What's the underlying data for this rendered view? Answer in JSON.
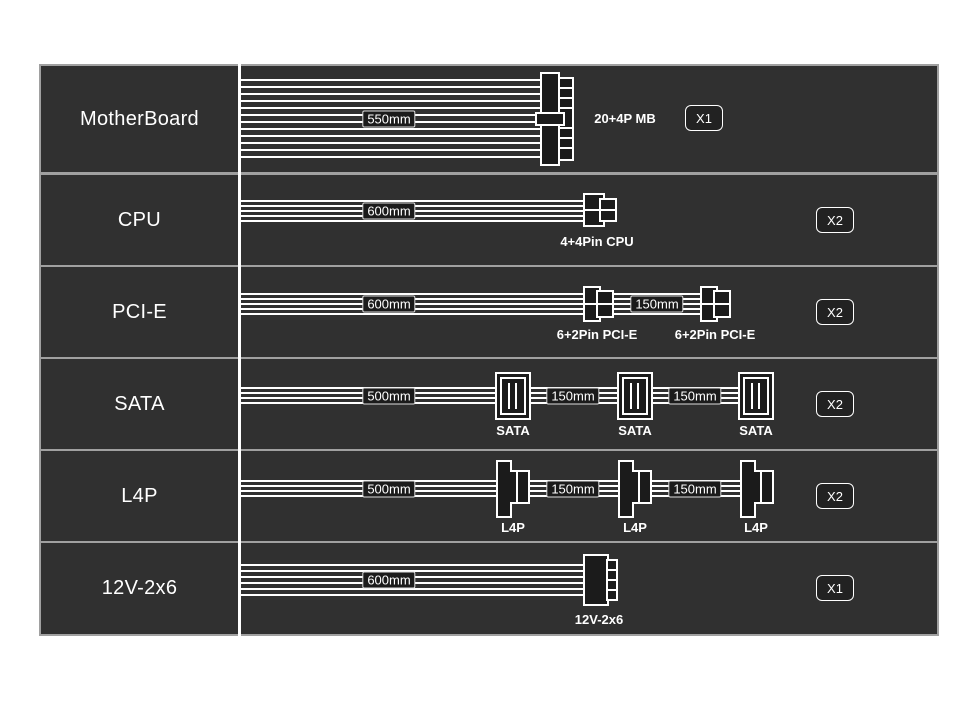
{
  "rows": [
    {
      "name": "MotherBoard",
      "cable": "550mm",
      "connector": "20+4P MB",
      "qty": "X1"
    },
    {
      "name": "CPU",
      "cable": "600mm",
      "connector": "4+4Pin CPU",
      "qty": "X2"
    },
    {
      "name": "PCI-E",
      "cable": "600mm",
      "extension": "150mm",
      "connectors": [
        "6+2Pin PCI-E",
        "6+2Pin PCI-E"
      ],
      "qty": "X2"
    },
    {
      "name": "SATA",
      "cable": "500mm",
      "extensions": [
        "150mm",
        "150mm"
      ],
      "connectors": [
        "SATA",
        "SATA",
        "SATA"
      ],
      "qty": "X2"
    },
    {
      "name": "L4P",
      "cable": "500mm",
      "extensions": [
        "150mm",
        "150mm"
      ],
      "connectors": [
        "L4P",
        "L4P",
        "L4P"
      ],
      "qty": "X2"
    },
    {
      "name": "12V-2x6",
      "cable": "600mm",
      "connector": "12V-2x6",
      "qty": "X1"
    }
  ],
  "colors": {
    "panel": "#303030",
    "grid": "#a0a0a0",
    "wire": "#ffffff",
    "divider": "#ffffff"
  }
}
